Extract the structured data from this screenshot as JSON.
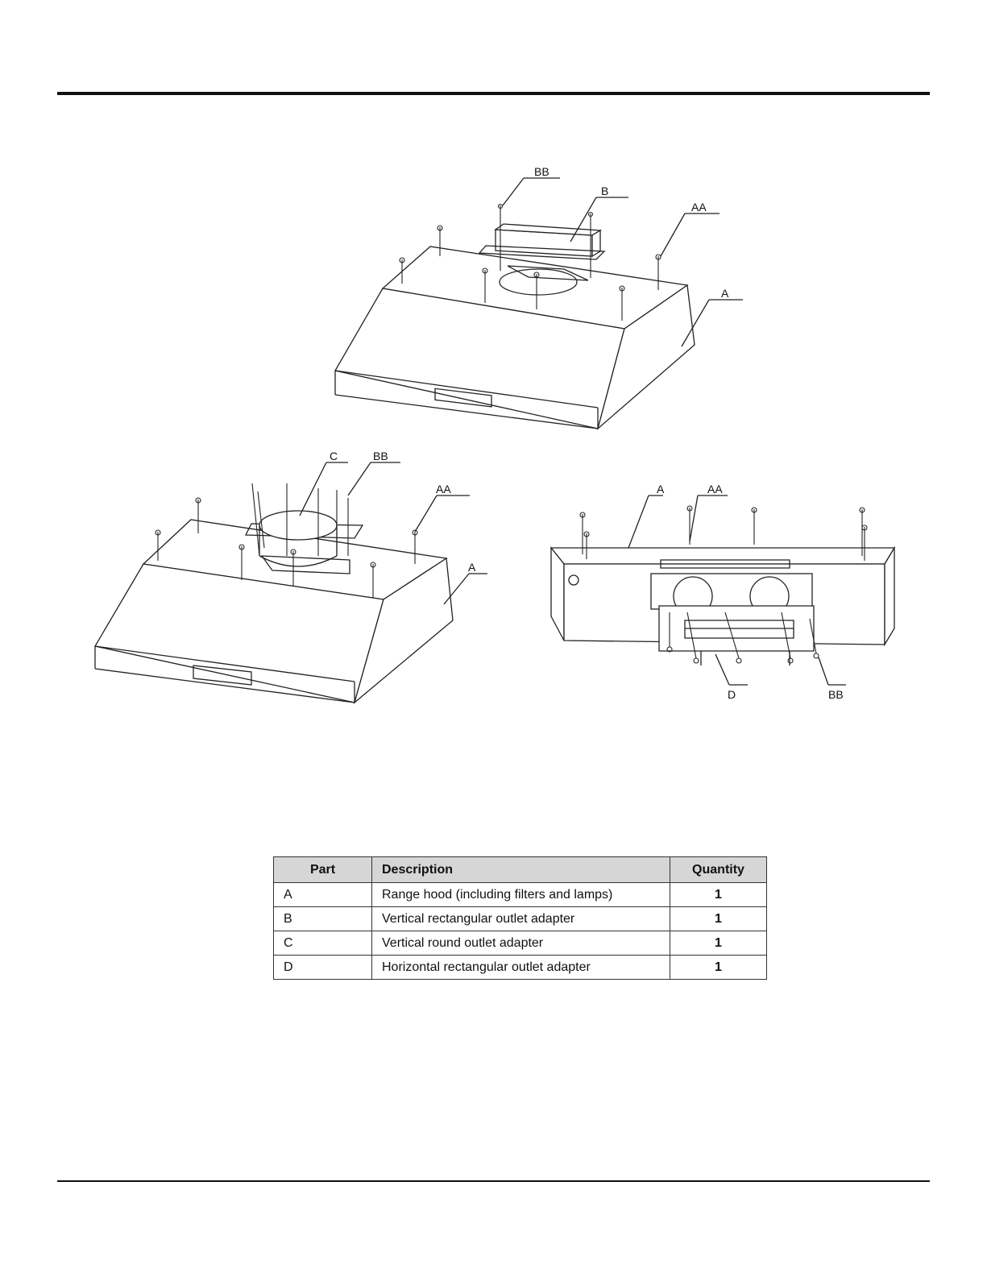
{
  "figure": {
    "callouts": {
      "top_bb": "BB",
      "top_b": "B",
      "top_aa": "AA",
      "top_a": "A",
      "left_c": "C",
      "left_bb": "BB",
      "left_aa": "AA",
      "left_a": "A",
      "right_a": "A",
      "right_aa": "AA",
      "right_d": "D",
      "right_bb": "BB"
    }
  },
  "parts_table": {
    "headers": {
      "part": "Part",
      "description": "Description",
      "quantity": "Quantity"
    },
    "rows": [
      {
        "part": "A",
        "description": "Range hood (including filters and lamps)",
        "quantity": "1"
      },
      {
        "part": "B",
        "description": "Vertical rectangular outlet adapter",
        "quantity": "1"
      },
      {
        "part": "C",
        "description": "Vertical round outlet adapter",
        "quantity": "1"
      },
      {
        "part": "D",
        "description": "Horizontal rectangular outlet adapter",
        "quantity": "1"
      }
    ]
  }
}
